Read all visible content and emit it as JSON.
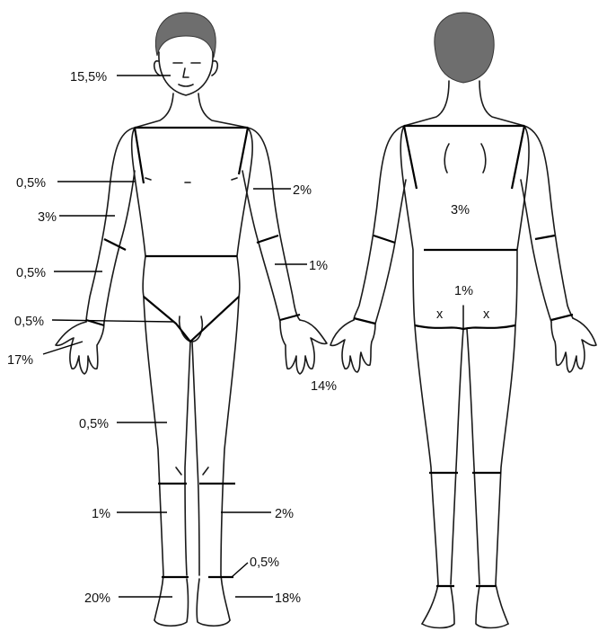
{
  "front": {
    "labels": {
      "head": "15,5%",
      "upper_arm_r_upper": "0,5%",
      "upper_arm_r": "3%",
      "forearm_r": "0,5%",
      "groin": "0,5%",
      "hand_r": "17%",
      "upper_arm_l": "2%",
      "forearm_l": "1%",
      "hand_l": "14%",
      "thigh": "0,5%",
      "lower_leg_r": "1%",
      "lower_leg_l": "2%",
      "ankle_l": "0,5%",
      "foot_r": "20%",
      "foot_l": "18%"
    }
  },
  "back": {
    "labels": {
      "upper_back": "3%",
      "lower_back": "1%",
      "buttock_l": "x",
      "buttock_r": "x"
    }
  }
}
